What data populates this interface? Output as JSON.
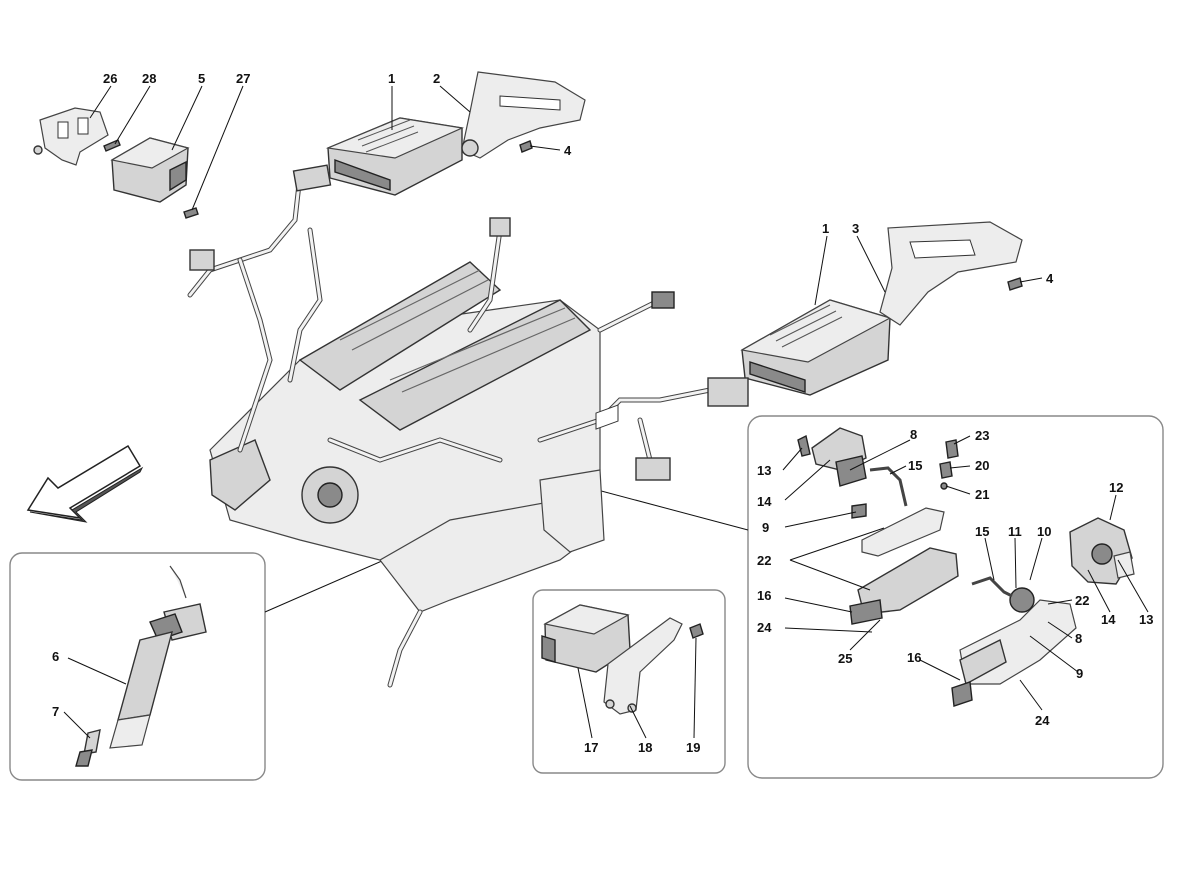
{
  "diagram": {
    "callouts": [
      {
        "id": "c26a",
        "text": "26"
      },
      {
        "id": "c28a",
        "text": "28"
      },
      {
        "id": "c5",
        "text": "5"
      },
      {
        "id": "c27",
        "text": "27"
      },
      {
        "id": "c1a",
        "text": "1"
      },
      {
        "id": "c2",
        "text": "2"
      },
      {
        "id": "c4a",
        "text": "4"
      },
      {
        "id": "c1b",
        "text": "1"
      },
      {
        "id": "c3",
        "text": "3"
      },
      {
        "id": "c4b",
        "text": "4"
      },
      {
        "id": "c8a",
        "text": "8"
      },
      {
        "id": "c23",
        "text": "23"
      },
      {
        "id": "c13a",
        "text": "13"
      },
      {
        "id": "c15a",
        "text": "15"
      },
      {
        "id": "c20",
        "text": "20"
      },
      {
        "id": "c14a",
        "text": "14"
      },
      {
        "id": "c21",
        "text": "21"
      },
      {
        "id": "c12",
        "text": "12"
      },
      {
        "id": "c9a",
        "text": "9"
      },
      {
        "id": "c22a",
        "text": "22"
      },
      {
        "id": "c15b",
        "text": "15"
      },
      {
        "id": "c11",
        "text": "11"
      },
      {
        "id": "c10",
        "text": "10"
      },
      {
        "id": "c16a",
        "text": "16"
      },
      {
        "id": "c22b",
        "text": "22"
      },
      {
        "id": "c14b",
        "text": "14"
      },
      {
        "id": "c13b",
        "text": "13"
      },
      {
        "id": "c24a",
        "text": "24"
      },
      {
        "id": "c8b",
        "text": "8"
      },
      {
        "id": "c25",
        "text": "25"
      },
      {
        "id": "c16b",
        "text": "16"
      },
      {
        "id": "c9b",
        "text": "9"
      },
      {
        "id": "c24b",
        "text": "24"
      },
      {
        "id": "c6",
        "text": "6"
      },
      {
        "id": "c7",
        "text": "7"
      },
      {
        "id": "c17",
        "text": "17"
      },
      {
        "id": "c18",
        "text": "18"
      },
      {
        "id": "c19",
        "text": "19"
      }
    ]
  }
}
